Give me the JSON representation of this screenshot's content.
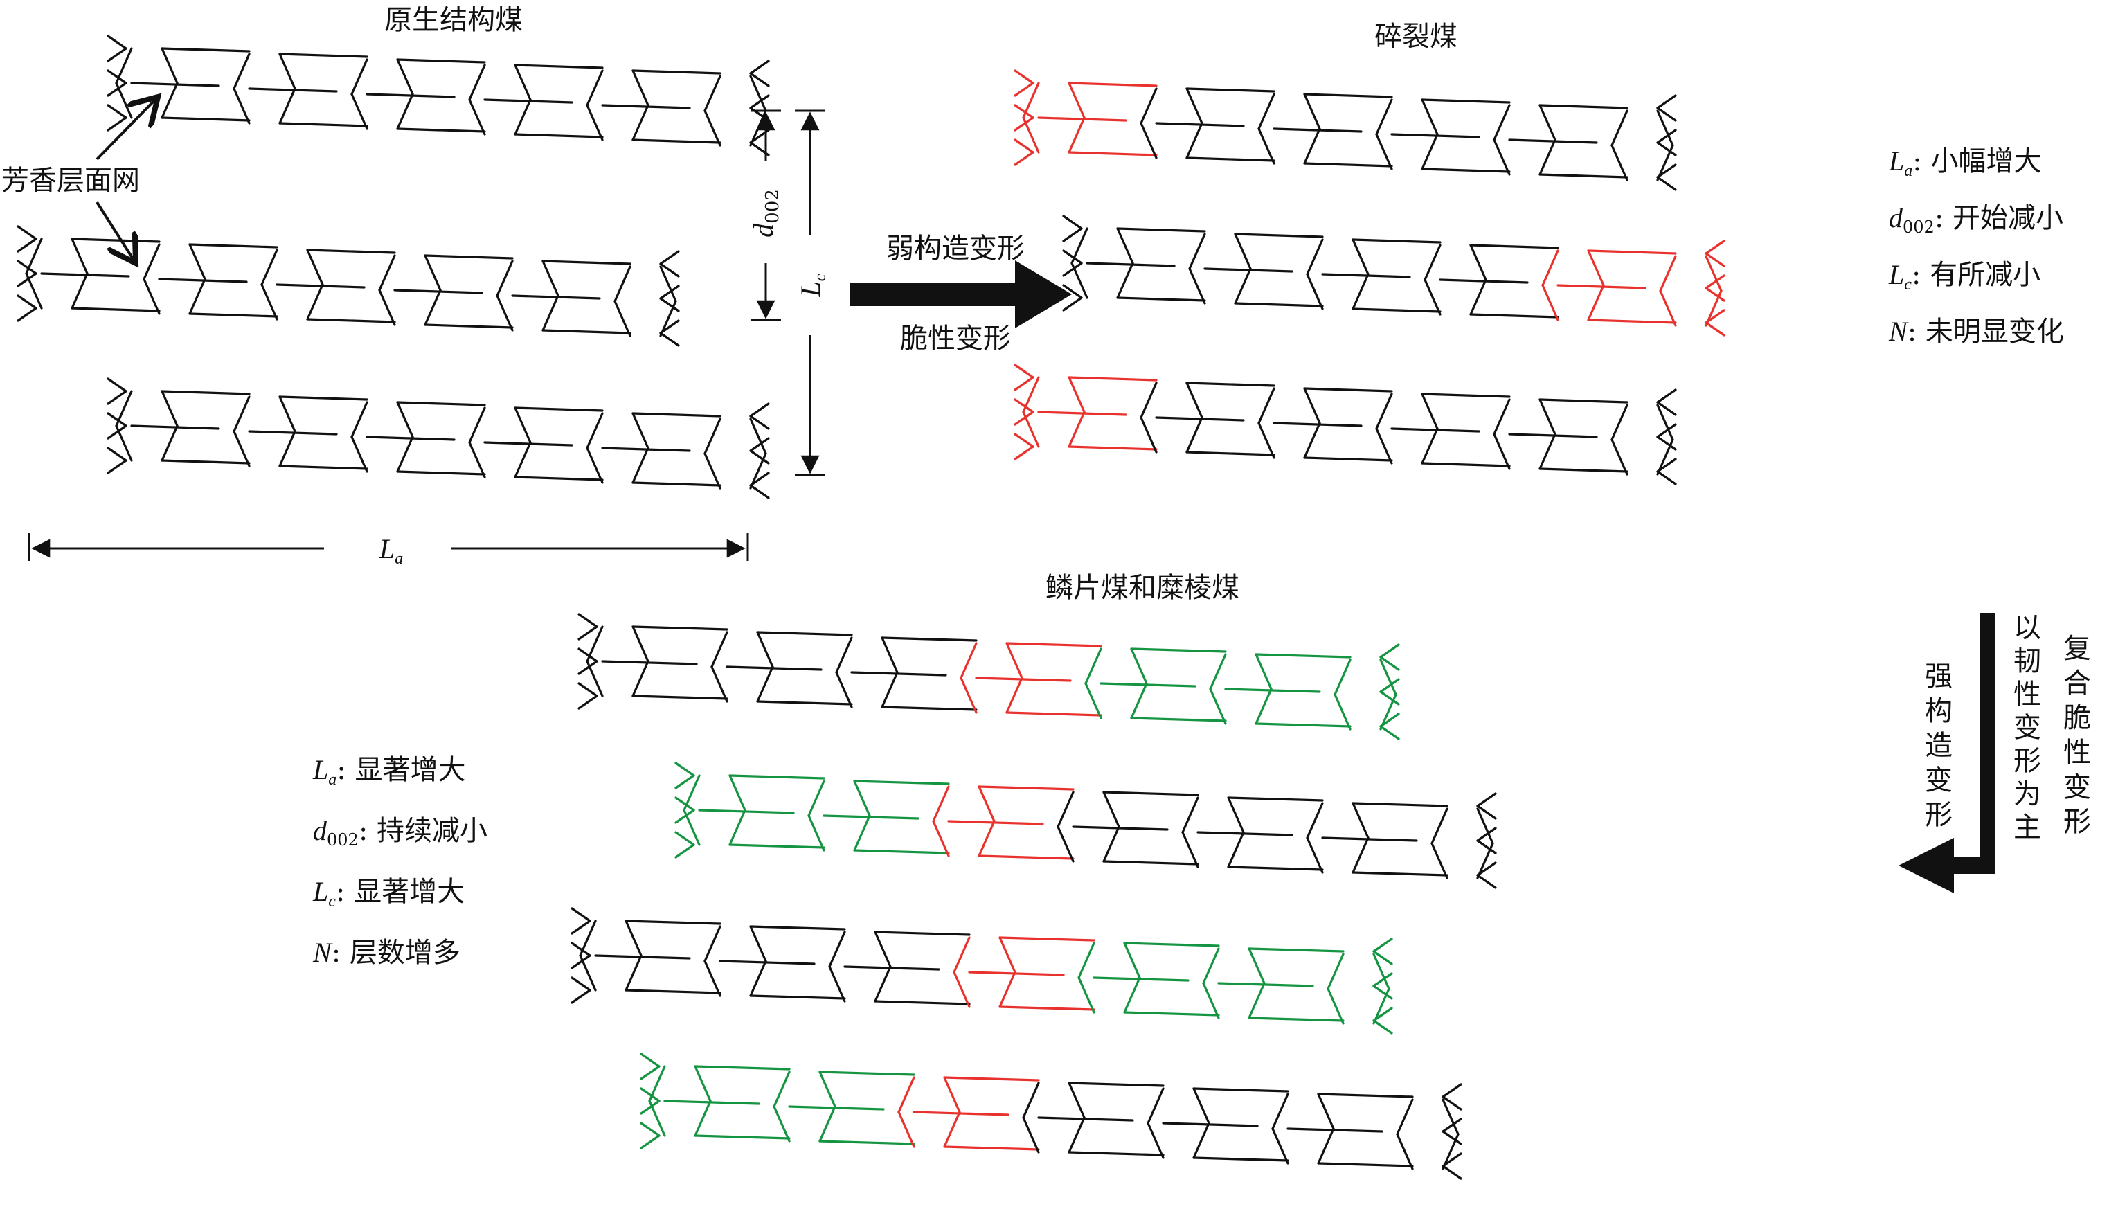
{
  "colors": {
    "black": "#111111",
    "red": "#e8322d",
    "green": "#159442",
    "bg": "#ffffff"
  },
  "panels": {
    "original": {
      "title": "原生结构煤",
      "layer_label": "芳香层面网"
    },
    "fractured": {
      "title": "碎裂煤"
    },
    "scaly": {
      "title": "鳞片煤和糜棱煤"
    }
  },
  "dimensions": {
    "d_sym": "d",
    "d_sub": "002",
    "lc_sym": "L",
    "lc_sub": "c",
    "la_sym": "L",
    "la_sub": "a"
  },
  "arrow_weak": {
    "line1": "弱构造变形",
    "line2": "脆性变形"
  },
  "arrow_strong": {
    "col1": [
      "强",
      "构",
      "造",
      "变",
      "形"
    ],
    "col2": [
      "以",
      "韧",
      "性",
      "变",
      "形",
      "为",
      "主"
    ],
    "col3": [
      "复",
      "合",
      "脆",
      "性",
      "变",
      "形"
    ]
  },
  "fractured_props": [
    {
      "sym": "L",
      "sub": "a",
      "text": ": 小幅增大"
    },
    {
      "sym": "d",
      "sub": "002",
      "text": ": 开始减小"
    },
    {
      "sym": "L",
      "sub": "c",
      "text": ":  有所减小"
    },
    {
      "sym": "N",
      "sub": "",
      "text": ": 未明显变化"
    }
  ],
  "scaly_props": [
    {
      "sym": "L",
      "sub": "a",
      "text": ": 显著增大"
    },
    {
      "sym": "d",
      "sub": "002",
      "text": ": 持续减小"
    },
    {
      "sym": "L",
      "sub": "c",
      "text": ": 显著增大"
    },
    {
      "sym": "N",
      "sub": "",
      "text": ": 层数增多"
    }
  ],
  "stacks": {
    "original": [
      {
        "colors": [
          "k",
          "k",
          "k",
          "k",
          "k"
        ]
      },
      {
        "colors": [
          "k",
          "k",
          "k",
          "k",
          "k"
        ]
      },
      {
        "colors": [
          "k",
          "k",
          "k",
          "k",
          "k"
        ]
      }
    ],
    "fractured": [
      {
        "colors": [
          "r",
          "k",
          "k",
          "k",
          "k"
        ]
      },
      {
        "colors": [
          "k",
          "k",
          "k",
          "k",
          "r"
        ]
      },
      {
        "colors": [
          "r",
          "k",
          "k",
          "k",
          "k"
        ]
      }
    ],
    "scaly": [
      {
        "colors": [
          "k",
          "k",
          "k",
          "r",
          "g",
          "g"
        ]
      },
      {
        "colors": [
          "g",
          "g",
          "r",
          "k",
          "k",
          "k"
        ]
      },
      {
        "colors": [
          "k",
          "k",
          "k",
          "r",
          "g",
          "g"
        ]
      },
      {
        "colors": [
          "g",
          "g",
          "r",
          "k",
          "k",
          "k"
        ]
      }
    ]
  }
}
